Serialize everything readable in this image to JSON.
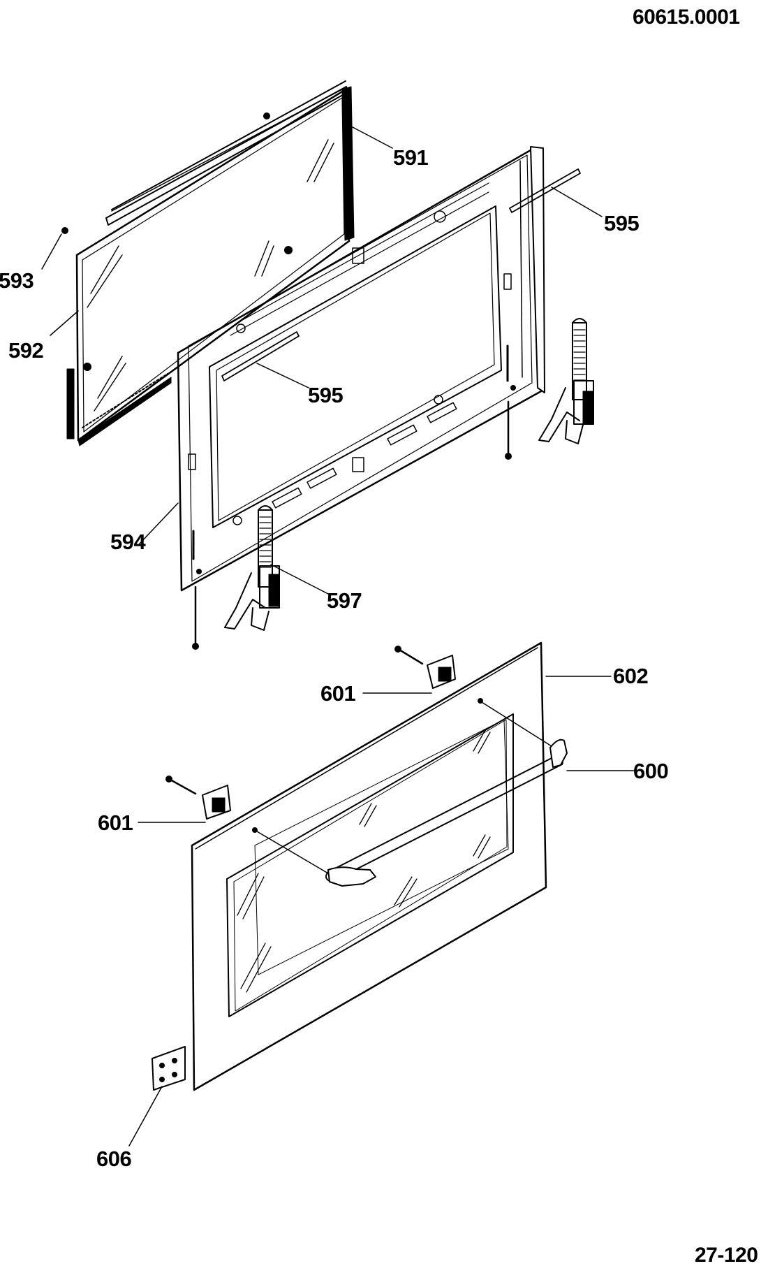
{
  "drawing_number": "60615.0001",
  "page_reference": "27-120",
  "callouts": [
    {
      "id": "591",
      "text": "591"
    },
    {
      "id": "593",
      "text": "593"
    },
    {
      "id": "592",
      "text": "592"
    },
    {
      "id": "595a",
      "text": "595"
    },
    {
      "id": "595b",
      "text": "595"
    },
    {
      "id": "594",
      "text": "594"
    },
    {
      "id": "597",
      "text": "597"
    },
    {
      "id": "602",
      "text": "602"
    },
    {
      "id": "601a",
      "text": "601"
    },
    {
      "id": "600",
      "text": "600"
    },
    {
      "id": "601b",
      "text": "601"
    },
    {
      "id": "606",
      "text": "606"
    }
  ],
  "colors": {
    "ink": "#000000",
    "paper": "#ffffff"
  }
}
